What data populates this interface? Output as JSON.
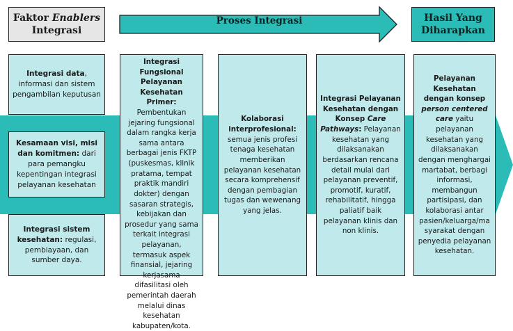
{
  "header": {
    "left": {
      "title_pre": "Faktor ",
      "title_italic": "Enablers",
      "title_post": "Integrasi"
    },
    "center": "Proses Integrasi",
    "right": "Hasil Yang Diharapkan"
  },
  "colors": {
    "teal_dark": "#2bbcb8",
    "teal_light": "#bfe9ea",
    "gray": "#e6e6e6"
  },
  "enablers": [
    {
      "bold": "Integrasi data",
      "text": ", informasi dan sistem pengambilan keputusan"
    },
    {
      "bold": "Kesamaan visi, misi dan komitmen:",
      "text": " dari para pemangku kepentingan integrasi pelayanan kesehatan"
    },
    {
      "bold": "Integrasi sistem kesehatan:",
      "text": " regulasi, pembiayaan, dan sumber daya."
    }
  ],
  "process": [
    {
      "bold": "Integrasi Fungsional Pelayanan Kesehatan Primer:",
      "text": " Pembentukan jejaring fungsional dalam rangka kerja sama antara berbagai jenis FKTP (puskesmas, klinik pratama, tempat praktik mandiri dokter) dengan sasaran strategis, kebijakan dan prosedur yang sama terkait integrasi pelayanan, termasuk aspek finansial, jejaring kerjasama difasilitasi oleh pemerintah daerah melalui dinas kesehatan kabupaten/kota."
    },
    {
      "bold": "Kolaborasi interprofesional:",
      "text": " semua jenis profesi tenaga kesehatan memberikan pelayanan kesehatan secara komprehensif dengan pembagian tugas dan wewenang yang jelas."
    },
    {
      "bold": "Integrasi Pelayanan Kesehatan dengan Konsep ",
      "italic": "Care Pathways",
      "bold2": ":",
      "text": " Pelayanan kesehatan yang dilaksanakan berdasarkan rencana detail mulai dari pelayanan preventif, promotif, kuratif, rehabilitatif, hingga paliatif baik pelayanan klinis dan non klinis."
    }
  ],
  "outcome": {
    "bold": "Pelayanan Kesehatan dengan konsep ",
    "italic": "person centered care",
    "text": " yaitu pelayanan kesehatan yang dilaksanakan dengan menghargai martabat, berbagi informasi, membangun partisipasi, dan kolaborasi antar pasien/keluarga/ma syarakat dengan penyedia pelayanan kesehatan."
  }
}
